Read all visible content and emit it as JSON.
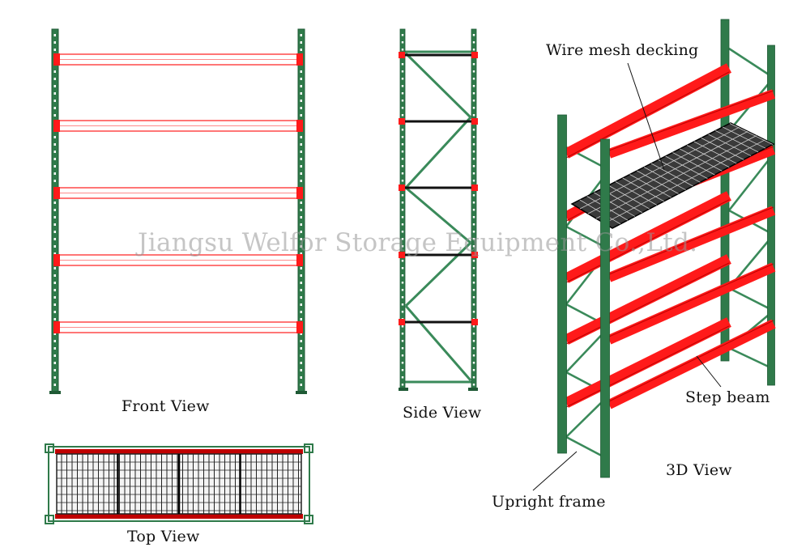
{
  "labels": {
    "front_view": "Front View",
    "side_view": "Side View",
    "top_view": "Top View",
    "view_3d": "3D View",
    "wire_mesh_decking": "Wire mesh decking",
    "step_beam": "Step beam",
    "upright_frame": "Upright frame"
  },
  "watermark": "Jiangsu Welfor Storage Equipment Co.,Ltd.",
  "colors": {
    "upright": "#2f7a4a",
    "upright_dark": "#1f5a35",
    "beam": "#ff1a1a",
    "beam_dark": "#c00000",
    "decking": "#222222",
    "bracing": "#3a8a5a"
  },
  "rack": {
    "beam_levels": 5,
    "decking_panels_top_view": 4
  }
}
